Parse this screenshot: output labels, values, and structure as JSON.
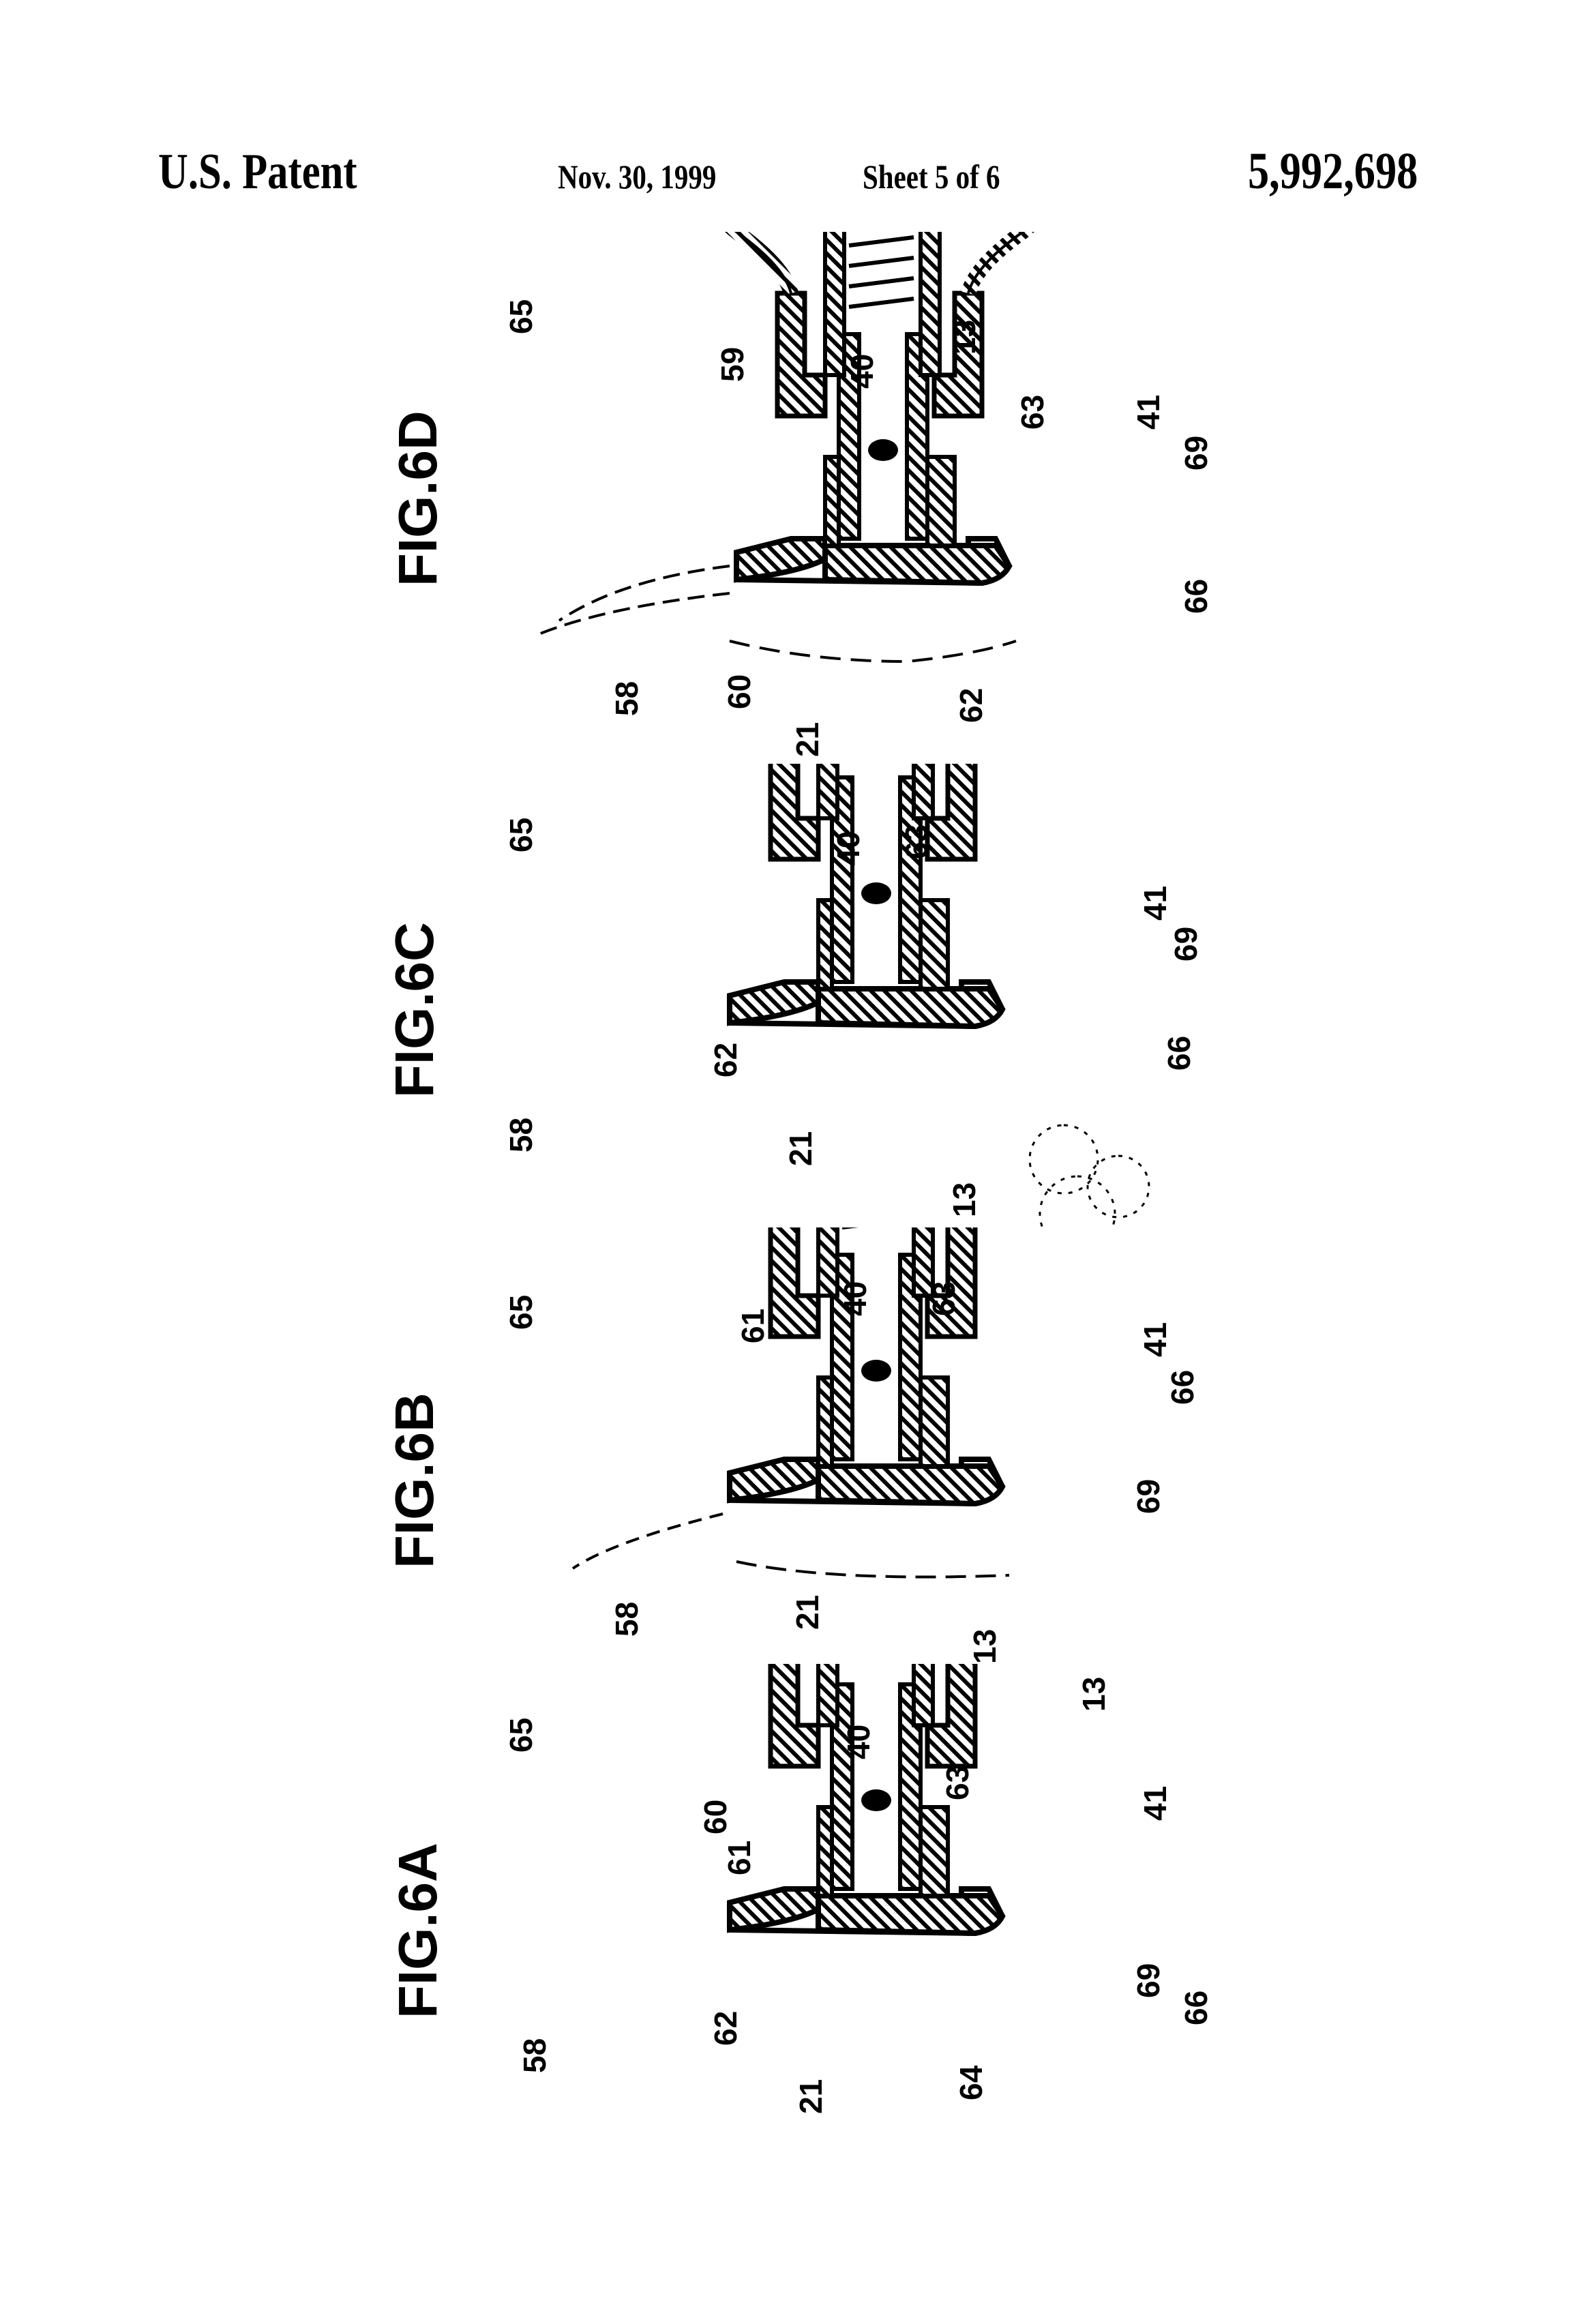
{
  "header": {
    "title": "U.S. Patent",
    "date": "Nov. 30, 1999",
    "sheet": "Sheet 5 of 6",
    "patent_number": "5,992,698"
  },
  "figures": [
    {
      "id": "6D",
      "label": "FIG.6D",
      "refs": {
        "r65": "65",
        "r58": "58",
        "r60": "60",
        "r21": "21",
        "r62": "62",
        "r59": "59",
        "r40": "40",
        "r13": "13",
        "r63": "63",
        "r41": "41",
        "r69": "69",
        "r66": "66"
      }
    },
    {
      "id": "6C",
      "label": "FIG.6C",
      "refs": {
        "r65": "65",
        "r58": "58",
        "r62": "62",
        "r21": "21",
        "r13": "13",
        "r40": "40",
        "r63": "63",
        "r41": "41",
        "r69": "69",
        "r66": "66"
      }
    },
    {
      "id": "6B",
      "label": "FIG.6B",
      "refs": {
        "r65": "65",
        "r58": "58",
        "r21": "21",
        "r13": "13",
        "r61": "61",
        "r40": "40",
        "r63": "63",
        "r41": "41",
        "r66": "66",
        "r69": "69"
      }
    },
    {
      "id": "6A",
      "label": "FIG.6A",
      "refs": {
        "r65": "65",
        "r58": "58",
        "r62": "62",
        "r21": "21",
        "r64": "64",
        "r60": "60",
        "r61": "61",
        "r40": "40",
        "r63": "63",
        "r13": "13",
        "r41": "41",
        "r69": "69",
        "r66": "66"
      }
    }
  ]
}
